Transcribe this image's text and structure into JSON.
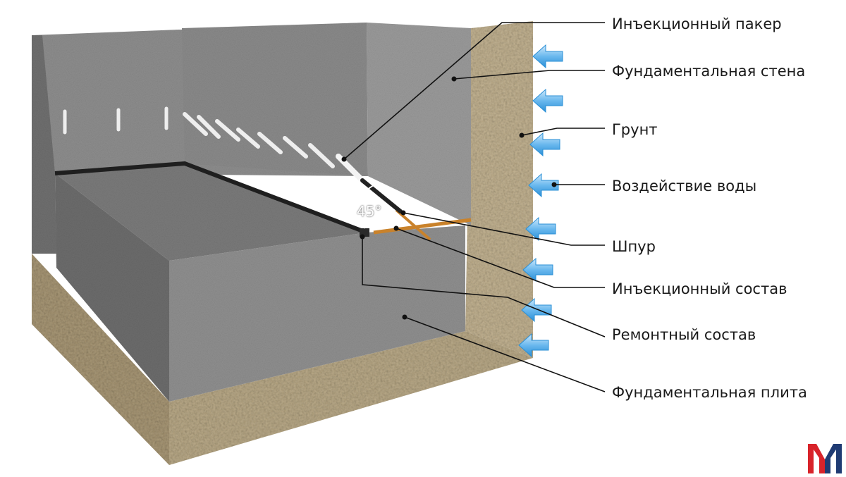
{
  "labels": {
    "packer": "Инъекционный пакер",
    "wall": "Фундаментальная стена",
    "soil": "Грунт",
    "water": "Воздействие воды",
    "hole": "Шпур",
    "injection": "Инъекционный состав",
    "repair": "Ремонтный состав",
    "slab": "Фундаментальная плита"
  },
  "angle": "45°",
  "colors": {
    "concrete": "#8a8a8a",
    "concrete_dark": "#6e6e6e",
    "soil": "#b7a88a",
    "seam": "#1f1f1f",
    "injection": "#c9822b",
    "arrow": "#3a9ee0",
    "logo_red": "#d8232a",
    "logo_blue": "#1f3b73"
  },
  "icons": [
    "water-arrow-icon",
    "logo-icon"
  ]
}
